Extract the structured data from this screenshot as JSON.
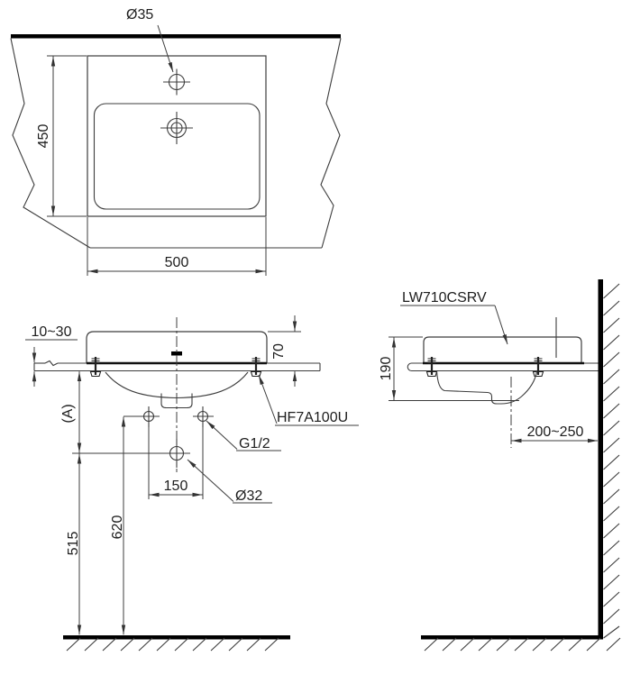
{
  "colors": {
    "line": "#3c3c3c",
    "thick_line": "#000000",
    "text": "#1d1d1d",
    "background": "#ffffff"
  },
  "top_view": {
    "faucet_hole_dia": "Ø35",
    "depth": "450",
    "width": "500"
  },
  "front_view": {
    "counter_thickness": "10~30",
    "rim_height": "70",
    "dim_a": "(A)",
    "bolt_code": "HF7A100U",
    "supply_thread": "G1/2",
    "hole_spacing": "150",
    "drain_dia": "Ø32",
    "supply_height": "620",
    "drain_height": "515"
  },
  "side_view": {
    "product_code": "LW710CSRV",
    "height": "190",
    "drain_to_wall": "200~250"
  }
}
